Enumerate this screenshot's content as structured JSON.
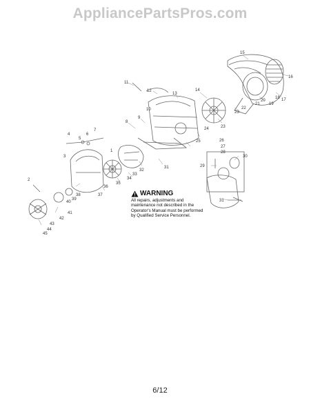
{
  "watermark": "AppliancePartsPros.com",
  "warning": {
    "title": "WARNING",
    "body": "All repairs, adjustments and maintenance not described in the Operator's Manual must be performed by Qualified Service Personnel."
  },
  "page_number": "6/12",
  "part_labels": [
    "1",
    "2",
    "3",
    "4",
    "5",
    "6",
    "7",
    "8",
    "9",
    "10",
    "11",
    "12",
    "13",
    "14",
    "15",
    "16",
    "17",
    "18",
    "19",
    "20",
    "21",
    "22",
    "23",
    "23",
    "24",
    "25",
    "26",
    "27",
    "28",
    "29",
    "30",
    "31",
    "31",
    "32",
    "33",
    "34",
    "35",
    "36",
    "37",
    "38",
    "39",
    "40",
    "41",
    "42",
    "43",
    "44",
    "45"
  ],
  "icons": {
    "warning": "warning-triangle-icon"
  }
}
